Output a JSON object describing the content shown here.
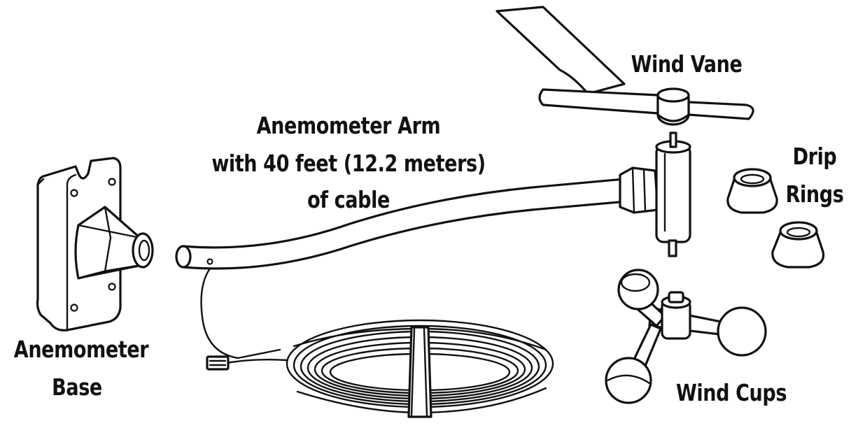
{
  "labels": {
    "wind_vane": "Wind Vane",
    "arm_line1": "Anemometer Arm",
    "arm_line2": "with 40 feet (12.2 meters)",
    "arm_line3": "of cable",
    "drip_line1": "Drip",
    "drip_line2": "Rings",
    "base_line1": "Anemometer",
    "base_line2": "Base",
    "wind_cups": "Wind Cups"
  },
  "colors": {
    "ink": "#111111",
    "background": "#ffffff"
  }
}
